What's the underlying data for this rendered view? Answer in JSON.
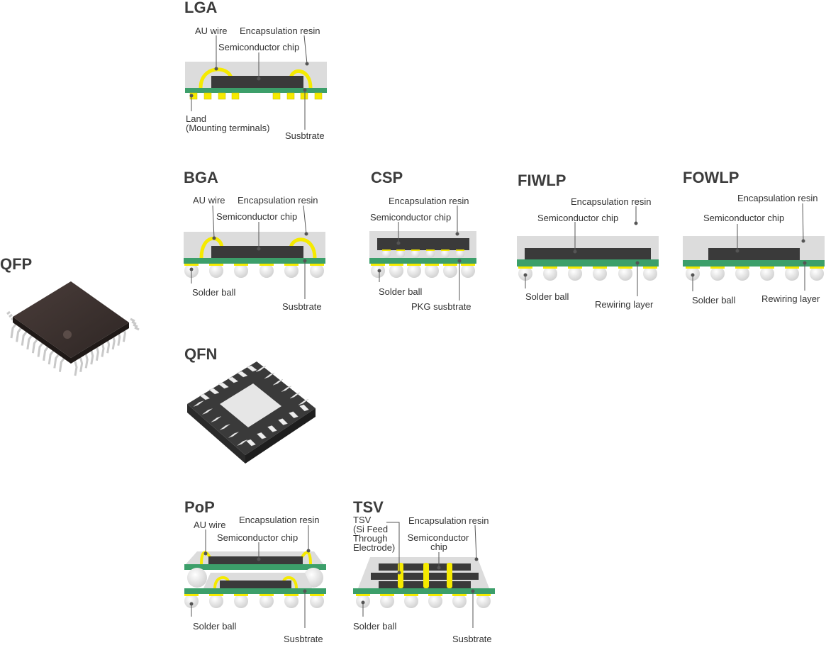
{
  "colors": {
    "resin": "#dcdcdc",
    "chip": "#3a3a3a",
    "substrate": "#3c9f6a",
    "wire": "#f5ea00",
    "ball": "#e8e8e8",
    "text": "#333333"
  },
  "qfp": {
    "title": "QFP"
  },
  "qfn": {
    "title": "QFN"
  },
  "lga": {
    "title": "LGA",
    "au_wire": "AU wire",
    "resin": "Encapsulation resin",
    "chip": "Semiconductor chip",
    "land_1": "Land",
    "land_2": "(Mounting terminals)",
    "substrate": "Susbtrate"
  },
  "bga": {
    "title": "BGA",
    "au_wire": "AU wire",
    "resin": "Encapsulation resin",
    "chip": "Semiconductor chip",
    "ball": "Solder ball",
    "substrate": "Susbtrate"
  },
  "csp": {
    "title": "CSP",
    "resin": "Encapsulation resin",
    "chip": "Semiconductor chip",
    "ball": "Solder ball",
    "substrate": "PKG susbtrate"
  },
  "fiwlp": {
    "title": "FIWLP",
    "resin": "Encapsulation resin",
    "chip": "Semiconductor chip",
    "ball": "Solder ball",
    "layer": "Rewiring layer"
  },
  "fowlp": {
    "title": "FOWLP",
    "resin": "Encapsulation resin",
    "chip": "Semiconductor chip",
    "ball": "Solder ball",
    "layer": "Rewiring layer"
  },
  "pop": {
    "title": "PoP",
    "au_wire": "AU wire",
    "resin": "Encapsulation resin",
    "chip": "Semiconductor chip",
    "ball": "Solder ball",
    "substrate": "Susbtrate"
  },
  "tsv": {
    "title": "TSV",
    "tsv_1": "TSV",
    "tsv_2": "(Si Feed",
    "tsv_3": "Through",
    "tsv_4": "Electrode)",
    "resin": "Encapsulation resin",
    "chip_1": "Semiconductor",
    "chip_2": "chip",
    "ball": "Solder ball",
    "substrate": "Susbtrate"
  }
}
